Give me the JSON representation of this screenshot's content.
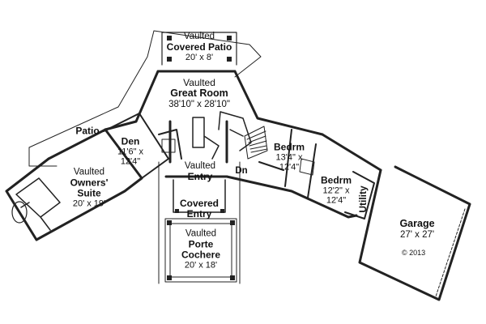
{
  "rooms": {
    "covered_patio": {
      "line1": "Vaulted",
      "line2": "Covered Patio",
      "dims": "20' x 8'"
    },
    "great_room": {
      "line1": "Vaulted",
      "line2": "Great Room",
      "dims": "38'10\" x 28'10\""
    },
    "patio": {
      "label": "Patio"
    },
    "den": {
      "label": "Den",
      "dims1": "11'6\" x",
      "dims2": "12'4\""
    },
    "owners_suite": {
      "line1": "Vaulted",
      "line2": "Owners'",
      "line3": "Suite",
      "dims": "20' x 19'"
    },
    "entry": {
      "line1": "Vaulted",
      "line2": "Entry"
    },
    "covered_entry": {
      "line1": "Covered",
      "line2": "Entry"
    },
    "porte_cochere": {
      "line1": "Vaulted",
      "line2": "Porte",
      "line3": "Cochere",
      "dims": "20' x 18'"
    },
    "bedrm_1": {
      "label": "Bedrm",
      "dims1": "13'4\" x",
      "dims2": "12'4\""
    },
    "bedrm_2": {
      "label": "Bedrm",
      "dims1": "12'2\" x",
      "dims2": "12'4\""
    },
    "utility": {
      "label": "Utility"
    },
    "garage": {
      "label": "Garage",
      "dims": "27' x 27'"
    }
  },
  "stair_label": "Dn",
  "copyright": "© 2013"
}
